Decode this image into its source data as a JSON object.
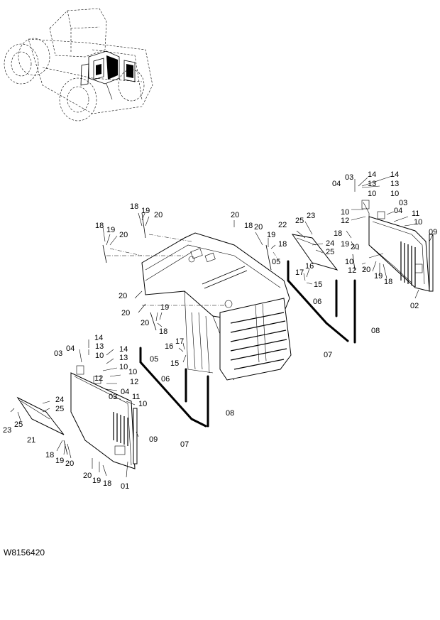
{
  "drawing_code": "W8156420",
  "callouts": [
    {
      "id": "c1",
      "text": "03"
    },
    {
      "id": "c2",
      "text": "14"
    },
    {
      "id": "c3",
      "text": "14"
    },
    {
      "id": "c4",
      "text": "04"
    },
    {
      "id": "c5",
      "text": "13"
    },
    {
      "id": "c6",
      "text": "13"
    },
    {
      "id": "c7",
      "text": "10"
    },
    {
      "id": "c8",
      "text": "10"
    },
    {
      "id": "c9",
      "text": "03"
    },
    {
      "id": "c10",
      "text": "10"
    },
    {
      "id": "c11",
      "text": "11"
    },
    {
      "id": "c12",
      "text": "04"
    },
    {
      "id": "c13",
      "text": "12"
    },
    {
      "id": "c14",
      "text": "10"
    },
    {
      "id": "c15",
      "text": "09"
    },
    {
      "id": "c16",
      "text": "18"
    },
    {
      "id": "c17",
      "text": "19"
    },
    {
      "id": "c18",
      "text": "20"
    },
    {
      "id": "c19",
      "text": "20"
    },
    {
      "id": "c20",
      "text": "25"
    },
    {
      "id": "c21",
      "text": "23"
    },
    {
      "id": "c22",
      "text": "22"
    },
    {
      "id": "c23",
      "text": "18"
    },
    {
      "id": "c24",
      "text": "19"
    },
    {
      "id": "c25",
      "text": "20"
    },
    {
      "id": "c26",
      "text": "24"
    },
    {
      "id": "c27",
      "text": "25"
    },
    {
      "id": "c28",
      "text": "18"
    },
    {
      "id": "c29",
      "text": "19"
    },
    {
      "id": "c30",
      "text": "20"
    },
    {
      "id": "c31",
      "text": "19"
    },
    {
      "id": "c32",
      "text": "18"
    },
    {
      "id": "c33",
      "text": "18"
    },
    {
      "id": "c34",
      "text": "20"
    },
    {
      "id": "c35",
      "text": "10"
    },
    {
      "id": "c36",
      "text": "12"
    },
    {
      "id": "c37",
      "text": "20"
    },
    {
      "id": "c38",
      "text": "19"
    },
    {
      "id": "c39",
      "text": "18"
    },
    {
      "id": "c40",
      "text": "05"
    },
    {
      "id": "c41",
      "text": "16"
    },
    {
      "id": "c42",
      "text": "17"
    },
    {
      "id": "c43",
      "text": "15"
    },
    {
      "id": "c44",
      "text": "02"
    },
    {
      "id": "c45",
      "text": "06"
    },
    {
      "id": "c46",
      "text": "08"
    },
    {
      "id": "c47",
      "text": "07"
    },
    {
      "id": "c48",
      "text": "20"
    },
    {
      "id": "c49",
      "text": "20"
    },
    {
      "id": "c50",
      "text": "19"
    },
    {
      "id": "c51",
      "text": "20"
    },
    {
      "id": "c52",
      "text": "18"
    },
    {
      "id": "c53",
      "text": "14"
    },
    {
      "id": "c54",
      "text": "13"
    },
    {
      "id": "c55",
      "text": "03"
    },
    {
      "id": "c56",
      "text": "04"
    },
    {
      "id": "c57",
      "text": "10"
    },
    {
      "id": "c58",
      "text": "14"
    },
    {
      "id": "c59",
      "text": "13"
    },
    {
      "id": "c60",
      "text": "10"
    },
    {
      "id": "c61",
      "text": "12"
    },
    {
      "id": "c62",
      "text": "10"
    },
    {
      "id": "c63",
      "text": "04"
    },
    {
      "id": "c64",
      "text": "12"
    },
    {
      "id": "c65",
      "text": "03"
    },
    {
      "id": "c66",
      "text": "11"
    },
    {
      "id": "c67",
      "text": "10"
    },
    {
      "id": "c68",
      "text": "17"
    },
    {
      "id": "c69",
      "text": "16"
    },
    {
      "id": "c70",
      "text": "15"
    },
    {
      "id": "c71",
      "text": "05"
    },
    {
      "id": "c72",
      "text": "06"
    },
    {
      "id": "c73",
      "text": "08"
    },
    {
      "id": "c74",
      "text": "07"
    },
    {
      "id": "c75",
      "text": "24"
    },
    {
      "id": "c76",
      "text": "25"
    },
    {
      "id": "c77",
      "text": "25"
    },
    {
      "id": "c78",
      "text": "23"
    },
    {
      "id": "c79",
      "text": "21"
    },
    {
      "id": "c80",
      "text": "09"
    },
    {
      "id": "c81",
      "text": "18"
    },
    {
      "id": "c82",
      "text": "19"
    },
    {
      "id": "c83",
      "text": "20"
    },
    {
      "id": "c84",
      "text": "20"
    },
    {
      "id": "c85",
      "text": "19"
    },
    {
      "id": "c86",
      "text": "18"
    },
    {
      "id": "c87",
      "text": "01"
    }
  ]
}
